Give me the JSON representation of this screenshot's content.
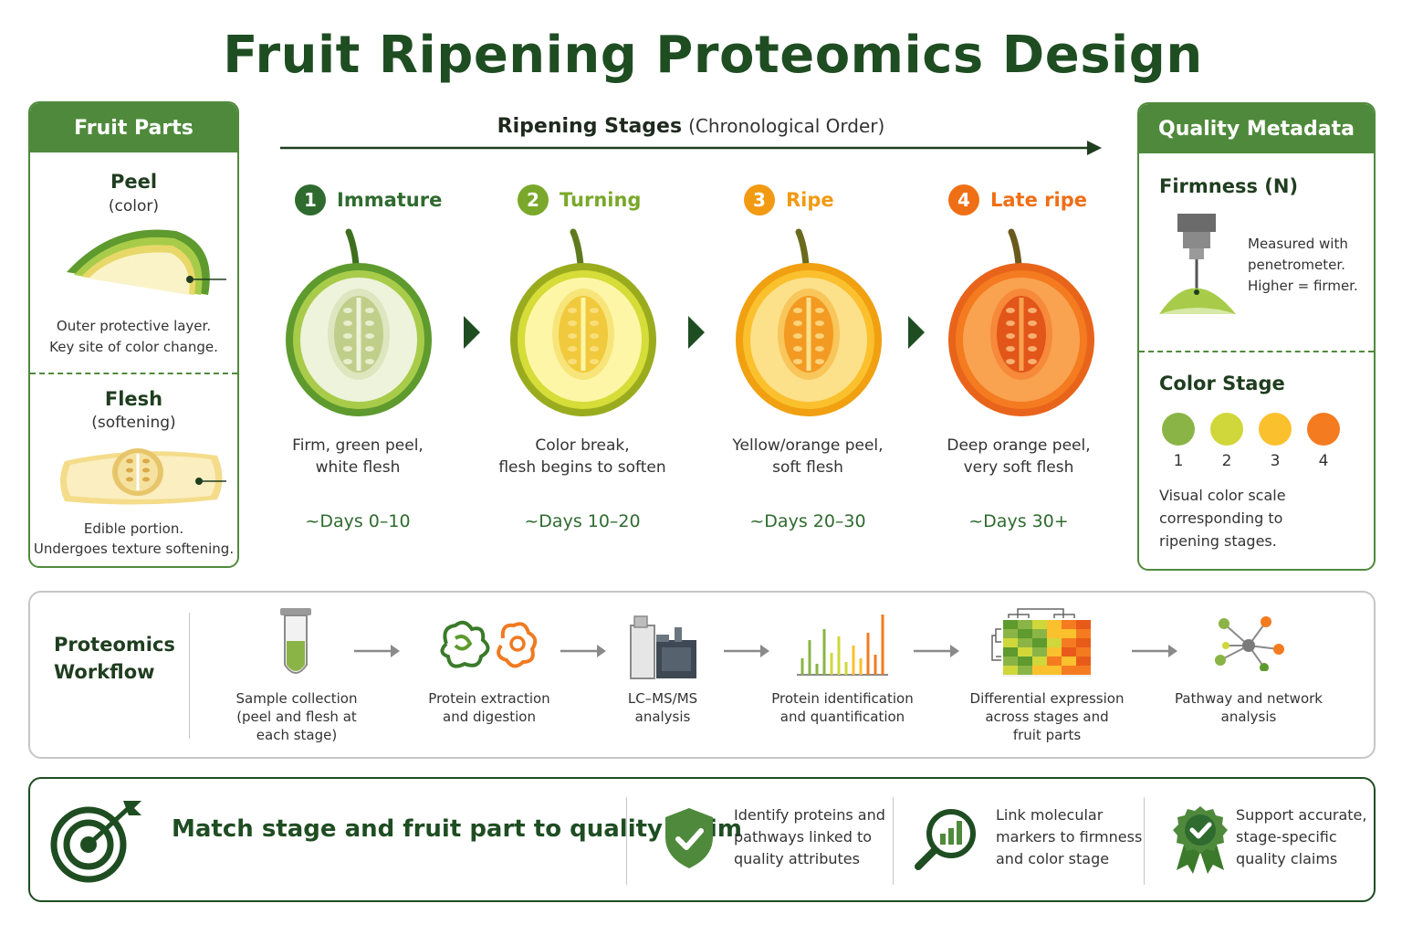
{
  "title": "Fruit Ripening Proteomics Design",
  "fruit_parts": {
    "header": "Fruit Parts",
    "peel": {
      "name": "Peel",
      "note": "(color)",
      "desc1": "Outer protective layer.",
      "desc2": "Key site of color change."
    },
    "flesh": {
      "name": "Flesh",
      "note": "(softening)",
      "desc1": "Edible portion.",
      "desc2": "Undergoes texture softening."
    }
  },
  "stages_header": {
    "bold": "Ripening Stages",
    "paren": "(Chronological Order)"
  },
  "stages": [
    {
      "num": "1",
      "name": "Immature",
      "desc1": "Firm, green peel,",
      "desc2": "white flesh",
      "days": "~Days 0–10",
      "color": "#2f6b2f"
    },
    {
      "num": "2",
      "name": "Turning",
      "desc1": "Color break,",
      "desc2": "flesh begins to soften",
      "days": "~Days 10–20",
      "color": "#7aa82a"
    },
    {
      "num": "3",
      "name": "Ripe",
      "desc1": "Yellow/orange peel,",
      "desc2": "soft flesh",
      "days": "~Days 20–30",
      "color": "#f29a12"
    },
    {
      "num": "4",
      "name": "Late ripe",
      "desc1": "Deep orange peel,",
      "desc2": "very soft flesh",
      "days": "~Days 30+",
      "color": "#ef6f16"
    }
  ],
  "quality": {
    "header": "Quality Metadata",
    "firmness_title": "Firmness (N)",
    "firmness_lines": [
      "Measured with",
      "penetrometer.",
      "Higher = firmer."
    ],
    "color_title": "Color Stage",
    "color_scale": [
      {
        "label": "1",
        "color": "#8bb446"
      },
      {
        "label": "2",
        "color": "#cfd73a"
      },
      {
        "label": "3",
        "color": "#fbc02d"
      },
      {
        "label": "4",
        "color": "#f47b20"
      }
    ],
    "color_lines": [
      "Visual color scale",
      "corresponding to",
      "ripening stages."
    ]
  },
  "workflow": {
    "title1": "Proteomics",
    "title2": "Workflow",
    "steps": [
      {
        "lines": [
          "Sample collection",
          "(peel and flesh at",
          "each stage)"
        ]
      },
      {
        "lines": [
          "Protein extraction",
          "and digestion"
        ]
      },
      {
        "lines": [
          "LC–MS/MS",
          "analysis"
        ]
      },
      {
        "lines": [
          "Protein identification",
          "and quantification"
        ]
      },
      {
        "lines": [
          "Differential expression",
          "across stages and",
          "fruit parts"
        ]
      },
      {
        "lines": [
          "Pathway and network",
          "analysis"
        ]
      }
    ]
  },
  "bottom": {
    "claim": "Match stage and fruit part to quality claim",
    "items": [
      {
        "lines": [
          "Identify proteins and",
          "pathways linked to",
          "quality attributes"
        ]
      },
      {
        "lines": [
          "Link molecular",
          "markers to firmness",
          "and color stage"
        ]
      },
      {
        "lines": [
          "Support accurate,",
          "stage-specific",
          "quality claims"
        ]
      }
    ]
  }
}
